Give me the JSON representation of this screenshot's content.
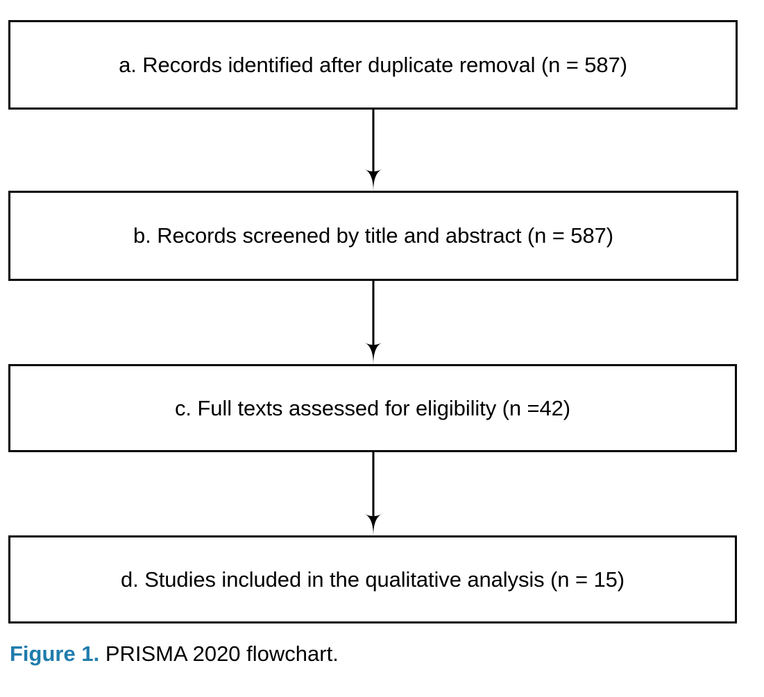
{
  "figure": {
    "caption_label": "Figure 1.",
    "caption_text": "PRISMA 2020 flowchart.",
    "caption_label_color": "#1f7cac",
    "caption_text_color": "#000000"
  },
  "flowchart": {
    "box_border_color": "#000000",
    "box_fill_color": "#ffffff",
    "arrow_color": "#000000",
    "boxes": [
      {
        "id": "a",
        "label": "a. Records identified after duplicate removal (n = 587)"
      },
      {
        "id": "b",
        "label": "b. Records screened by title and abstract (n = 587)"
      },
      {
        "id": "c",
        "label": "c. Full texts assessed for eligibility (n =42)"
      },
      {
        "id": "d",
        "label": "d. Studies included in the qualitative analysis (n = 15)"
      }
    ],
    "connectors": [
      {
        "id": "a-b",
        "from": "a",
        "to": "b",
        "icon": "down-arrow-icon"
      },
      {
        "id": "b-c",
        "from": "b",
        "to": "c",
        "icon": "down-arrow-icon"
      },
      {
        "id": "c-d",
        "from": "c",
        "to": "d",
        "icon": "down-arrow-icon"
      }
    ]
  },
  "chart_data": {
    "type": "diagram",
    "title": "PRISMA 2020 flowchart",
    "stages": [
      {
        "key": "a",
        "label": "Records identified after duplicate removal",
        "n": 587
      },
      {
        "key": "b",
        "label": "Records screened by title and abstract",
        "n": 587
      },
      {
        "key": "c",
        "label": "Full texts assessed for eligibility",
        "n": 42
      },
      {
        "key": "d",
        "label": "Studies included in the qualitative analysis",
        "n": 15
      }
    ],
    "flow": [
      "a",
      "b",
      "c",
      "d"
    ]
  }
}
